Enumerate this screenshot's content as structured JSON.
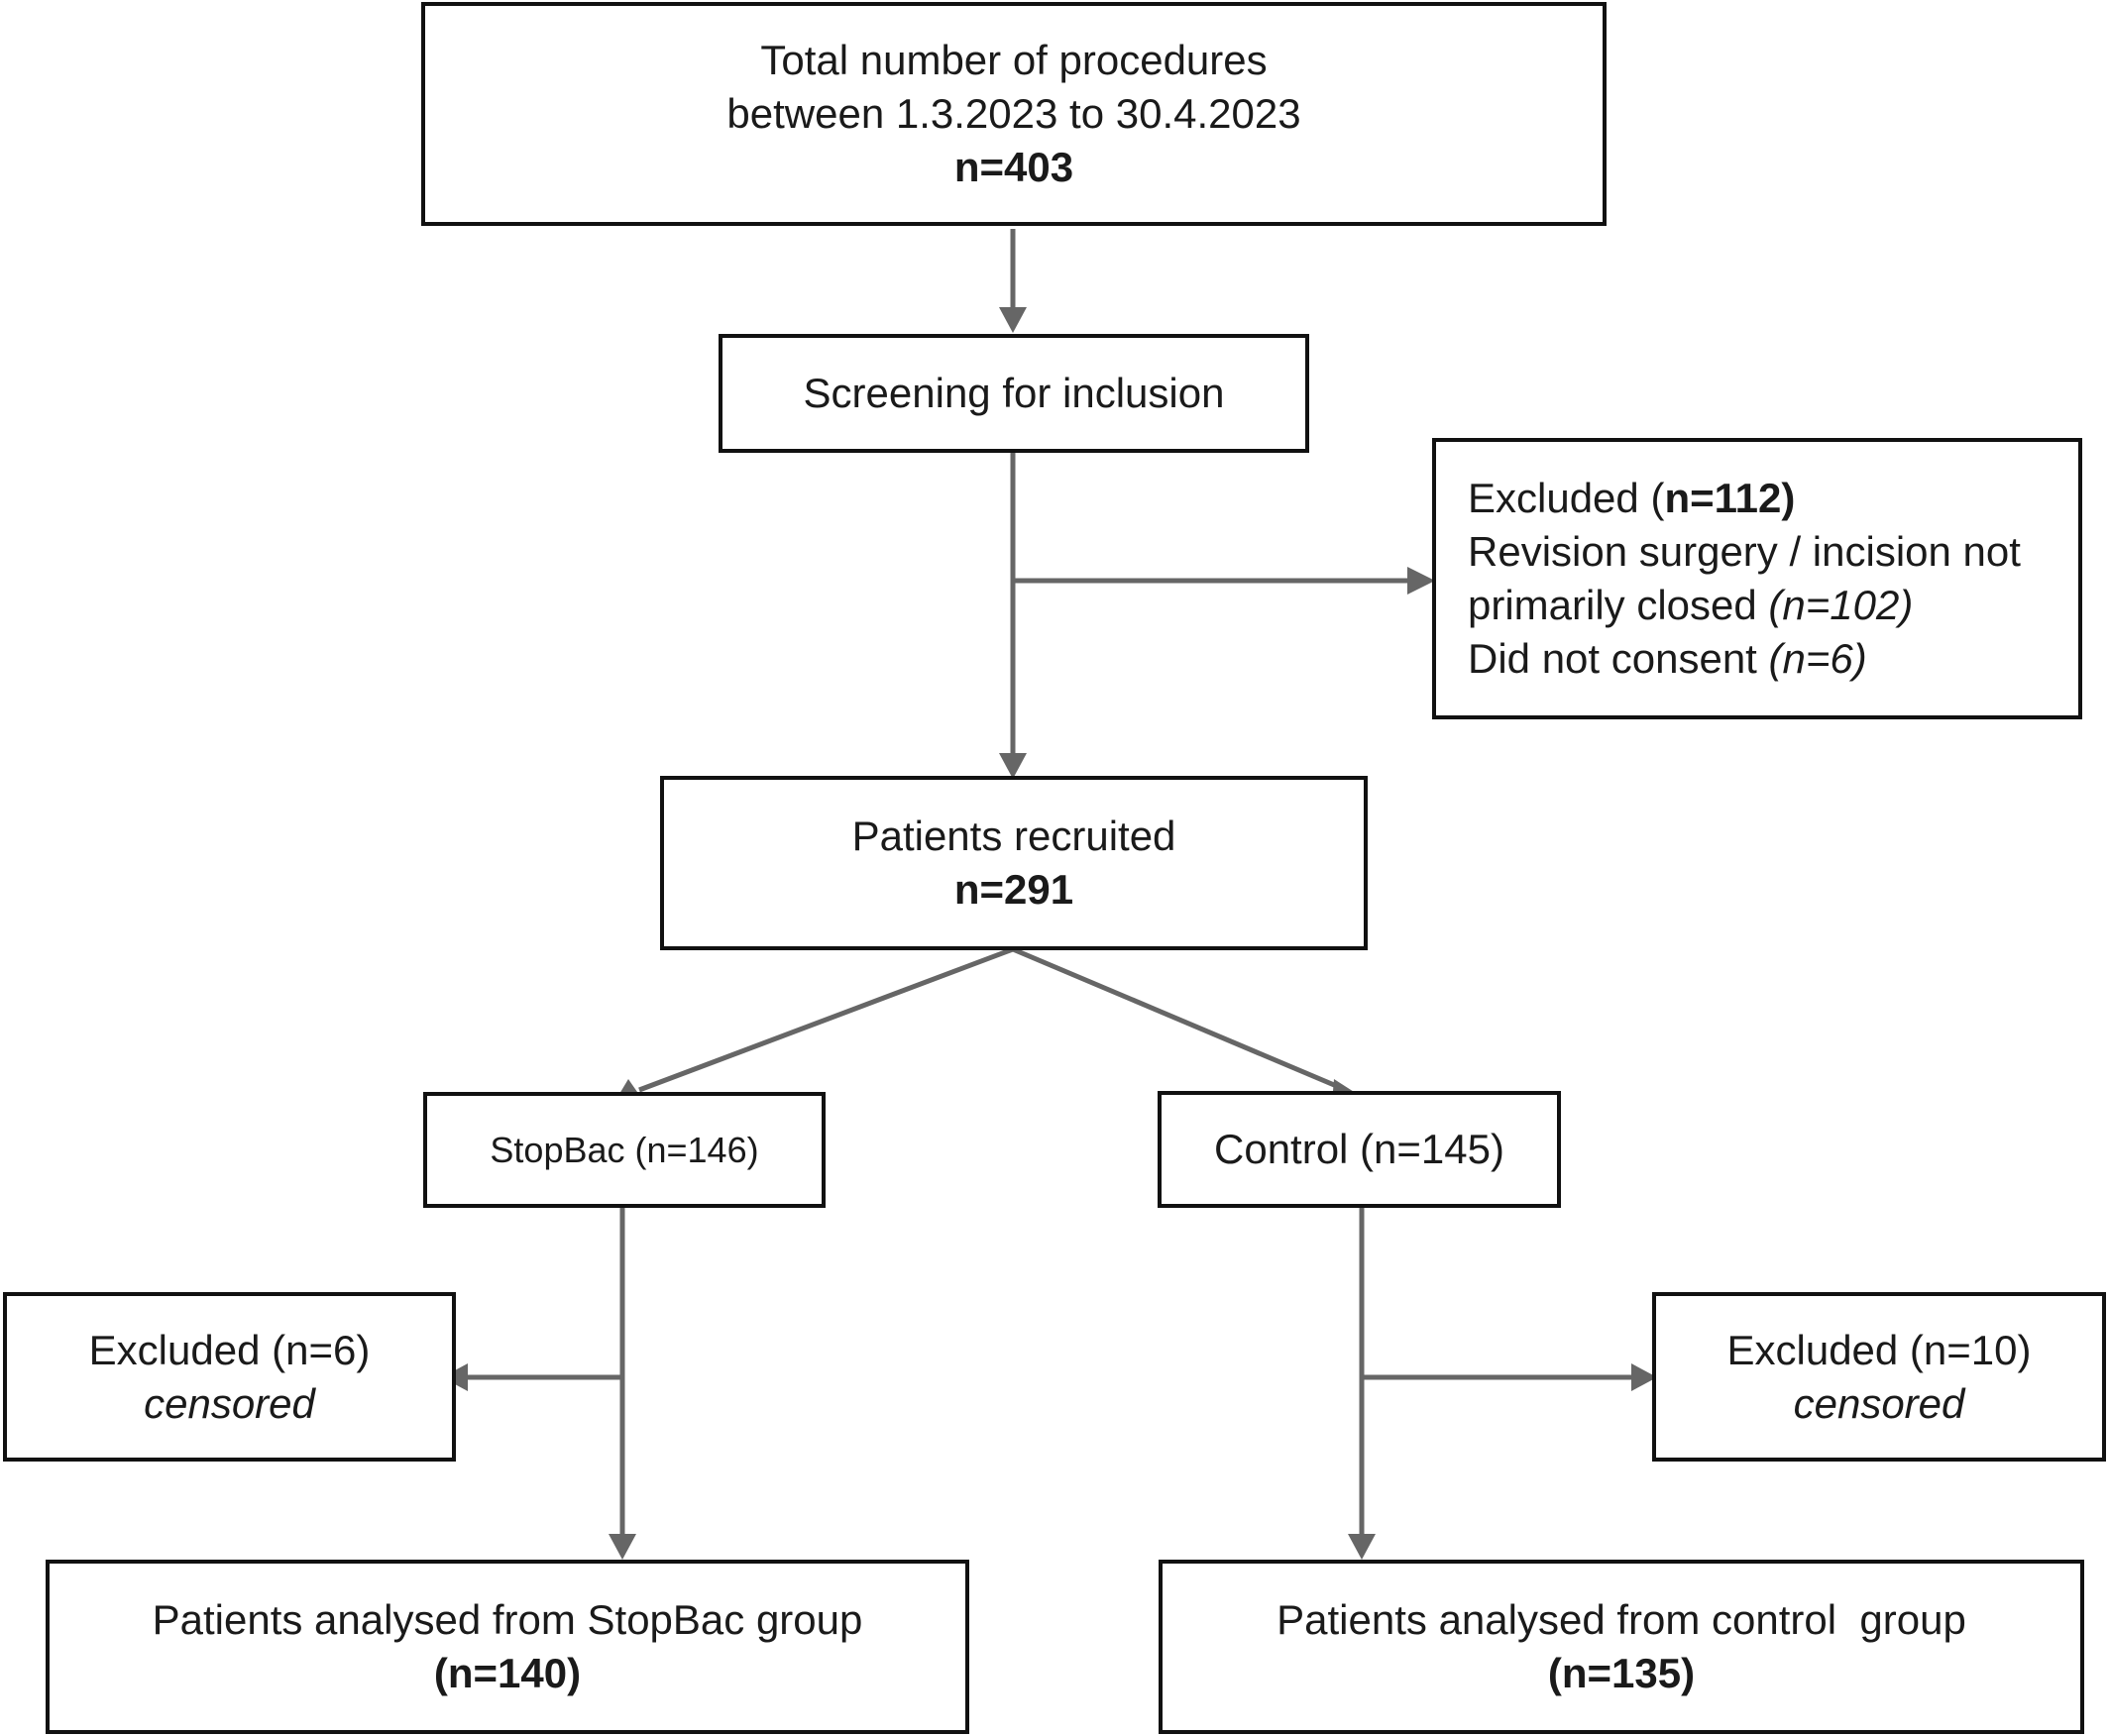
{
  "nodes": {
    "total": {
      "line1": "Total number of procedures",
      "line2": "between 1.3.2023 to 30.4.2023",
      "count": "n=403"
    },
    "screening": {
      "label": "Screening for inclusion"
    },
    "excluded_main": {
      "label": "Excluded (",
      "count": "n=112)",
      "reason1_line1": "Revision surgery / incision not",
      "reason1_line2": "primarily closed ",
      "reason1_count": "(n=102)",
      "reason2": "Did not consent ",
      "reason2_count": "(n=6)"
    },
    "recruited": {
      "label": "Patients recruited",
      "count": "n=291"
    },
    "stopbac": {
      "label": "StopBac (n=146)"
    },
    "control": {
      "label": "Control (n=145)"
    },
    "excluded_stopbac": {
      "label": "Excluded (n=6)",
      "note": "censored"
    },
    "excluded_control": {
      "label": "Excluded (n=10)",
      "note": "censored"
    },
    "analysed_stopbac": {
      "label": "Patients analysed from StopBac group",
      "count": "(n=140)"
    },
    "analysed_control": {
      "label": "Patients analysed from control  group",
      "count": "(n=135)"
    }
  },
  "colors": {
    "border": "#111111",
    "arrow": "#666666",
    "text": "#1a1a1a"
  }
}
